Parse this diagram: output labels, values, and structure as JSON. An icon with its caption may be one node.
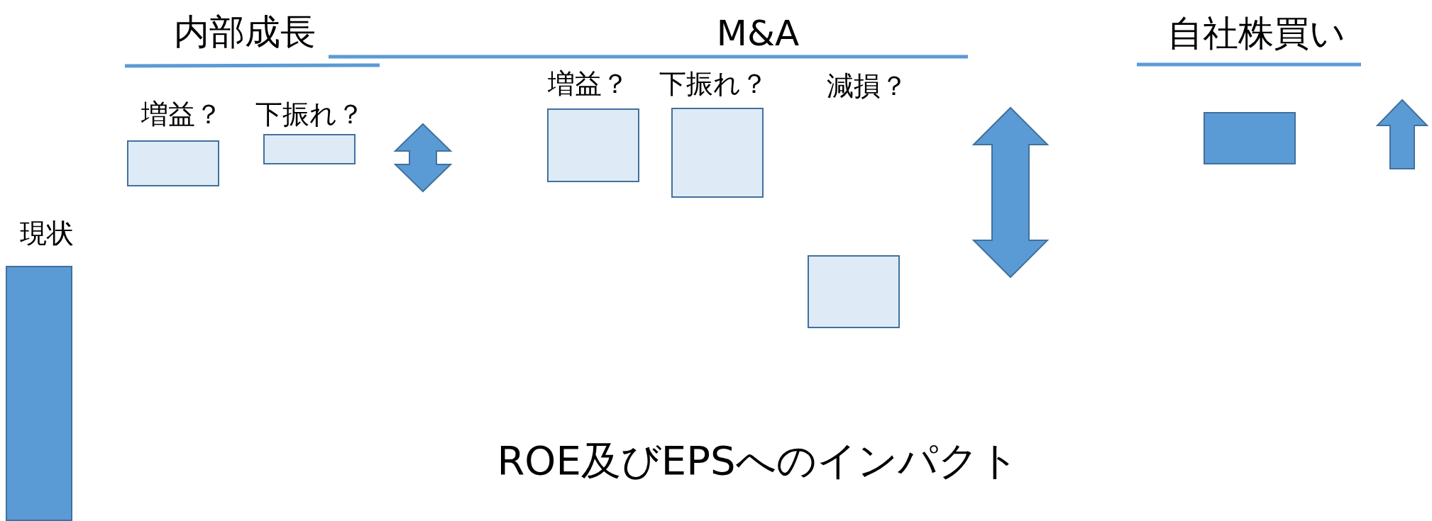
{
  "diagram": {
    "caption": "ROE及びEPSへのインパクト",
    "nodes": [
      {
        "text": [
          "現状"
        ]
      },
      {
        "text": [
          "増益？"
        ]
      },
      {
        "text": [
          "下振れ？"
        ]
      },
      {
        "text": [
          "増益？"
        ]
      },
      {
        "text": [
          "下振れ？"
        ]
      },
      {
        "text": [],
        "shape": "box"
      },
      {
        "text": [],
        "shape": "box"
      }
    ],
    "labels": [
      "内部成長",
      "M&A",
      "自社株買い",
      "減損？"
    ]
  }
}
